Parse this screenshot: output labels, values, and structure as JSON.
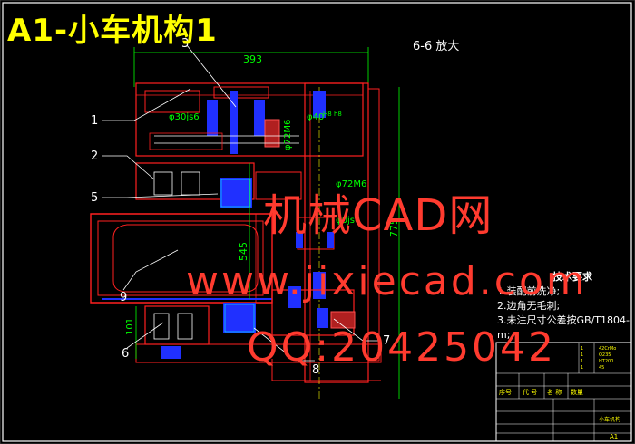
{
  "drawing": {
    "title": "A1-小车机构1",
    "section_label": "6-6 放大",
    "dims": {
      "top_width": "393",
      "bore1": "φ30js6",
      "bore2": "φ72M6",
      "bore3": "φ40",
      "bore3_fit": "H8 h8",
      "bore4": "φ72M6",
      "bore5": "φ0js6",
      "height_mid": "545",
      "height_total": "775",
      "height_low": "101"
    },
    "callouts": [
      "1",
      "2",
      "5",
      "3",
      "9",
      "6",
      "8",
      "7"
    ]
  },
  "tech_req": {
    "heading": "技术要求",
    "lines": [
      "1.装配前洗净;",
      "2.边角无毛刺;",
      "3.未注尺寸公差按GB/T1804-m;"
    ]
  },
  "title_block": {
    "col_headers": [
      "序号",
      "代 号",
      "名 称",
      "数量"
    ],
    "drawing_name": "小车机构",
    "sheet_size": "A1"
  },
  "watermark": {
    "line1": "机械CAD网",
    "line2": "www.jixiecad.com",
    "line3": "QQ:20425042"
  }
}
